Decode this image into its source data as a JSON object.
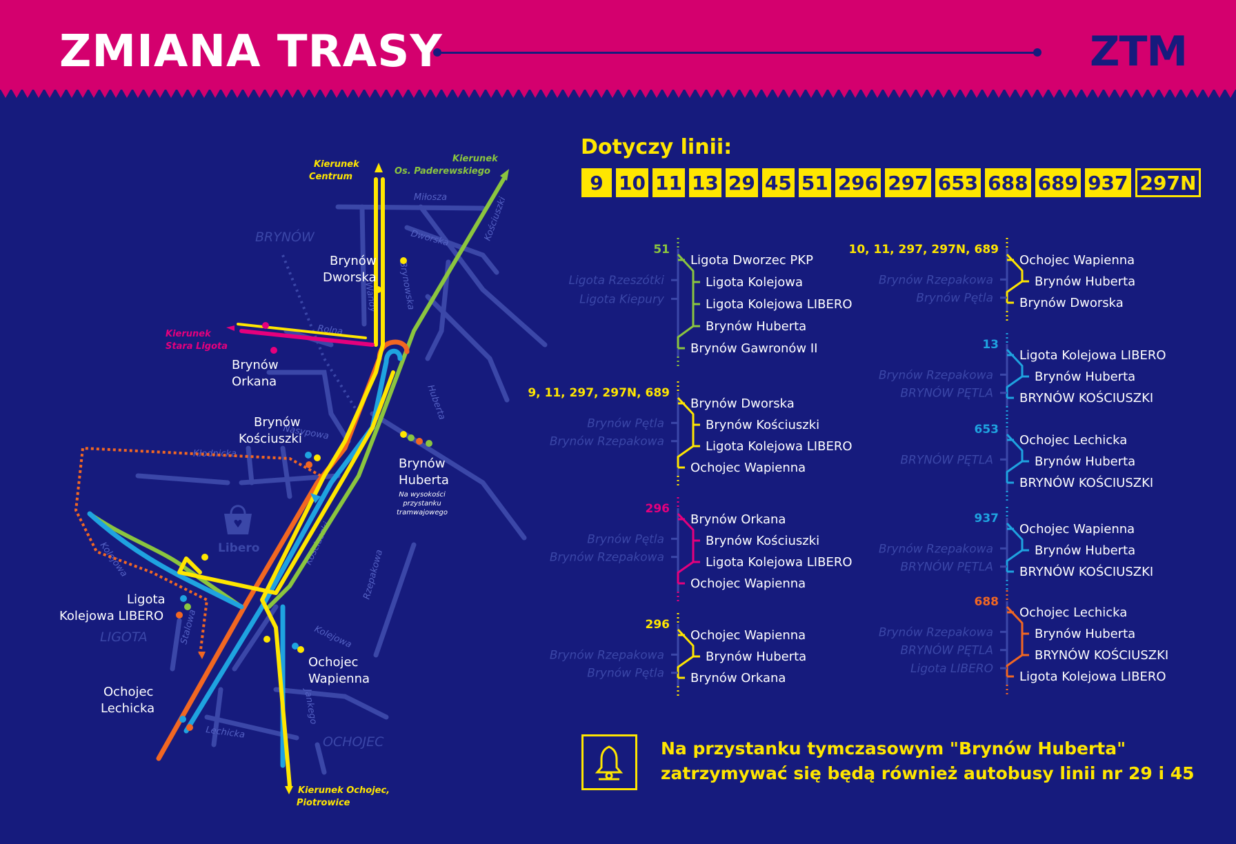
{
  "header": {
    "title": "ZMIANA TRASY",
    "logo": "ZTM"
  },
  "colors": {
    "magenta": "#d4006e",
    "navy": "#161b7d",
    "yellow": "#ffe600",
    "green": "#8bc53f",
    "blue": "#1fa3e0",
    "orange": "#f26722",
    "pink": "#e5007d",
    "gray_street": "#3b47a8"
  },
  "lines_title": "Dotyczy linii:",
  "lines": [
    "9",
    "10",
    "11",
    "13",
    "29",
    "45",
    "51",
    "296",
    "297",
    "653",
    "688",
    "689",
    "937"
  ],
  "line_night": "297N",
  "map": {
    "districts": [
      "BRYNÓW",
      "LIGOTA",
      "OCHOJEC"
    ],
    "streets": [
      "Miłosza",
      "Dworska",
      "Kościuszki",
      "Wandy",
      "Brynowska",
      "Rolna",
      "Huberta",
      "Nasypowa",
      "Kłodnicka",
      "Kościuszki",
      "Rzepakowa",
      "Kolejowa",
      "Stalowa",
      "Kolejowa",
      "Jankego",
      "Lechicka"
    ],
    "directions": {
      "centrum": [
        "Kierunek",
        "Centrum"
      ],
      "paderewskiego": [
        "Kierunek",
        "Os. Paderewskiego"
      ],
      "stara_ligota": [
        "Kierunek",
        "Stara Ligota"
      ],
      "ochojec": [
        "Kierunek Ochojec,",
        "Piotrowice"
      ]
    },
    "stops": {
      "dworska": [
        "Brynów",
        "Dworska"
      ],
      "orkana": [
        "Brynów",
        "Orkana"
      ],
      "kosciuszki": [
        "Brynów",
        "Kościuszki"
      ],
      "huberta": [
        "Brynów",
        "Huberta"
      ],
      "huberta_note": [
        "Na wysokości",
        "przystanku",
        "tramwajowego"
      ],
      "libero": "Libero",
      "kolejowa": [
        "Ligota",
        "Kolejowa LIBERO"
      ],
      "wapienna": [
        "Ochojec",
        "Wapienna"
      ],
      "lechicka": [
        "Ochojec",
        "Lechicka"
      ]
    }
  },
  "routes_left": [
    {
      "label": "51",
      "color": "#8bc53f",
      "stops": [
        "Ligota Dworzec PKP",
        "Lig­ota Kolejowa",
        "Ligota Kolejowa LIBERO",
        "Brynów Huberta",
        "Brynów Gawronów II"
      ],
      "old": [
        "Ligota Rzeszótki",
        "Ligota Kiepury"
      ]
    },
    {
      "label": "9, 11, 297, 297N, 689",
      "color": "#ffe600",
      "stops": [
        "Brynów Dworska",
        "Brynów Kościuszki",
        "Ligota Kolejowa LIBERO",
        "Ochojec Wapienna"
      ],
      "old": [
        "Brynów Pętla",
        "Brynów Rzepakowa"
      ]
    },
    {
      "label": "296",
      "color": "#e5007d",
      "stops": [
        "Brynów Orkana",
        "Brynów Kościuszki",
        "Ligota Kolejowa LIBERO",
        "Ochojec Wapienna"
      ],
      "old": [
        "Brynów Pętla",
        "Brynów Rzepakowa"
      ]
    },
    {
      "label": "296",
      "color": "#ffe600",
      "stops": [
        "Ochojec Wapienna",
        "Brynów Huberta",
        "Brynów Orkana"
      ],
      "old": [
        "Brynów Rzepakowa",
        "Brynów Pętla"
      ]
    }
  ],
  "routes_right": [
    {
      "label": "10, 11, 297, 297N, 689",
      "color": "#ffe600",
      "stops": [
        "Ochojec Wapienna",
        "Brynów Huberta",
        "Brynów Dworska"
      ],
      "old": [
        "Brynów Rzepakowa",
        "Brynów Pętla"
      ]
    },
    {
      "label": "13",
      "color": "#1fa3e0",
      "stops": [
        "Ligota Kolejowa LIBERO",
        "Brynów Huberta",
        "BRYNÓW KOŚCIUSZKI"
      ],
      "old": [
        "Brynów Rzepakowa",
        "BRYNÓW PĘTLA"
      ]
    },
    {
      "label": "653",
      "color": "#1fa3e0",
      "stops": [
        "Ochojec Lechicka",
        "Brynów Huberta",
        "BRYNÓW KOŚCIUSZKI"
      ],
      "old": [
        "BRYNÓW PĘTLA"
      ]
    },
    {
      "label": "937",
      "color": "#1fa3e0",
      "stops": [
        "Ochojec Wapienna",
        "Brynów Huberta",
        "BRYNÓW KOŚCIUSZKI"
      ],
      "old": [
        "Brynów Rzepakowa",
        "BRYNÓW PĘTLA"
      ]
    },
    {
      "label": "688",
      "color": "#f26722",
      "stops": [
        "Ochojec Lechicka",
        "Brynów Huberta",
        "BRYNÓW KOŚCIUSZKI",
        "Ligota Kolejowa LIBERO"
      ],
      "old": [
        "Brynów Rzepakowa",
        "BRYNÓW PĘTLA",
        "Ligota LIBERO"
      ]
    }
  ],
  "notice": [
    "Na przystanku tymczasowym \"Brynów Huberta\"",
    "zatrzymywać się będą również autobusy linii nr 29 i 45"
  ],
  "icons": {
    "bell": "bell-icon",
    "shop": "shopping-bag-icon"
  }
}
